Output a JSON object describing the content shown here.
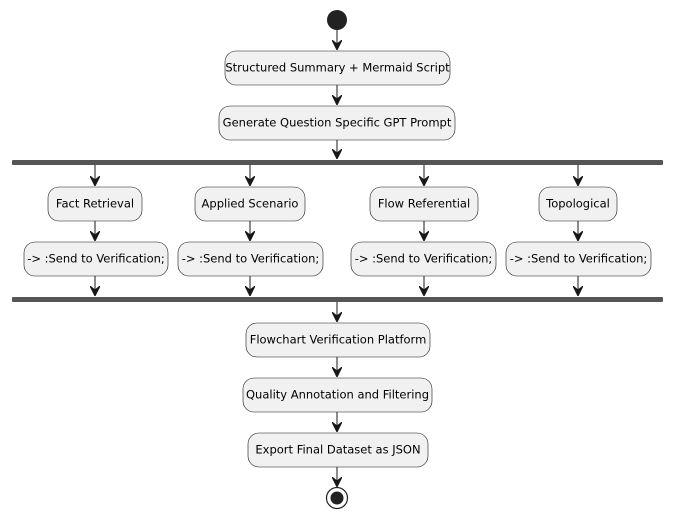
{
  "nodes": {
    "summary": "Structured Summary + Mermaid Script",
    "prompt": "Generate Question Specific GPT Prompt",
    "branch_fact": "Fact Retrieval",
    "branch_applied": "Applied Scenario",
    "branch_flow": "Flow Referential",
    "branch_topo": "Topological",
    "send_fact": "-> :Send to Verification;",
    "send_applied": "-> :Send to Verification;",
    "send_flow": "-> :Send to Verification;",
    "send_topo": "-> :Send to Verification;",
    "platform": "Flowchart Verification Platform",
    "quality": "Quality Annotation and Filtering",
    "export": "Export Final Dataset as JSON"
  },
  "colors": {
    "node_fill": "#f1f1f1",
    "stroke": "#181818",
    "fork_bar": "#555555"
  }
}
